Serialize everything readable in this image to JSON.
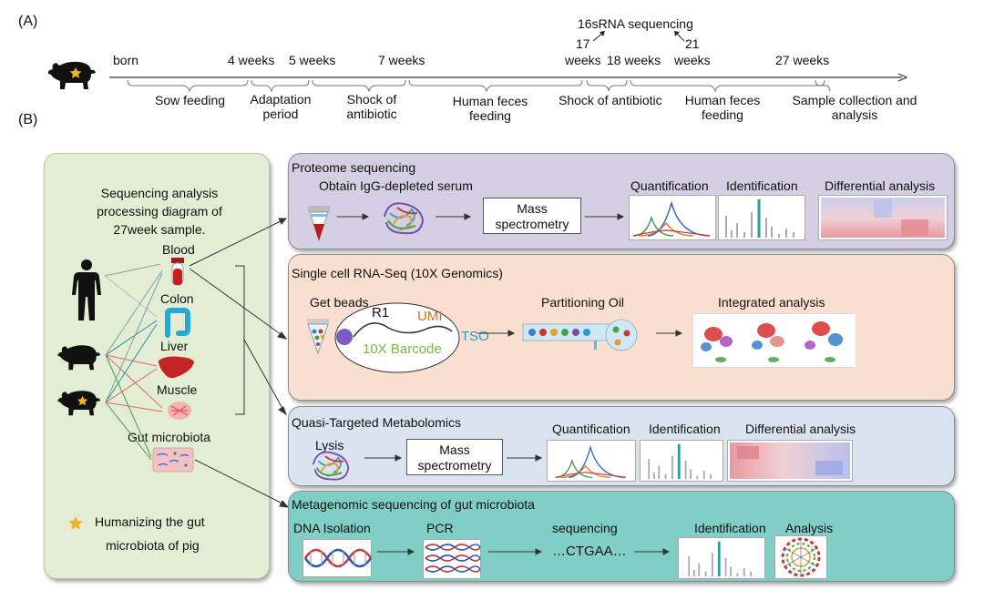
{
  "partA": {
    "label": "(A)",
    "timepoints": [
      {
        "id": "born",
        "text": "born"
      },
      {
        "id": "w4",
        "text": "4 weeks"
      },
      {
        "id": "w5",
        "text": "5 weeks"
      },
      {
        "id": "w7",
        "text": "7 weeks"
      },
      {
        "id": "w17",
        "text": "17"
      },
      {
        "id": "w17b",
        "text": "weeks"
      },
      {
        "id": "w18",
        "text": "18 weeks"
      },
      {
        "id": "w21",
        "text": "21"
      },
      {
        "id": "w21b",
        "text": "weeks"
      },
      {
        "id": "w27",
        "text": "27 weeks"
      }
    ],
    "sequencing_note": "16sRNA sequencing",
    "phases": [
      {
        "id": "sow",
        "line1": "Sow feeding",
        "line2": ""
      },
      {
        "id": "adapt",
        "line1": "Adaptation",
        "line2": "period"
      },
      {
        "id": "shock1",
        "line1": "Shock of",
        "line2": "antibiotic"
      },
      {
        "id": "hff1",
        "line1": "Human feces",
        "line2": "feeding"
      },
      {
        "id": "shock2",
        "line1": "Shock of antibiotic",
        "line2": ""
      },
      {
        "id": "hff2",
        "line1": "Human feces",
        "line2": "feeding"
      },
      {
        "id": "sca",
        "line1": "Sample collection and",
        "line2": "analysis"
      }
    ]
  },
  "partB": {
    "label": "(B)",
    "left_panel": {
      "title": [
        "Sequencing analysis",
        "processing diagram of",
        "27week sample."
      ],
      "samples": [
        "Blood",
        "Colon",
        "Liver",
        "Muscle",
        "Gut microbiota"
      ],
      "legend": [
        "Humanizing the gut",
        "microbiota of pig"
      ]
    },
    "proteome": {
      "title": "Proteome sequencing",
      "subtitle": "Obtain IgG-depleted serum",
      "mass_box": [
        "Mass",
        "spectrometry"
      ],
      "labels": [
        "Quantification",
        "Identification",
        "Differential analysis"
      ]
    },
    "scrna": {
      "title": "Single cell RNA-Seq (10X Genomics)",
      "get_beads": "Get beads",
      "r1": "R1",
      "umi": "UMI",
      "tso": "TSO",
      "barcode": "10X Barcode",
      "partitioning": "Partitioning Oil",
      "integrated": "Integrated analysis"
    },
    "metabolomics": {
      "title": "Quasi-Targeted Metabolomics",
      "lysis": "Lysis",
      "mass_box": [
        "Mass",
        "spectrometry"
      ],
      "labels": [
        "Quantification",
        "Identification",
        "Differential analysis"
      ]
    },
    "metagenomic": {
      "title": "Metagenomic sequencing of gut microbiota",
      "steps": [
        "DNA Isolation",
        "PCR",
        "sequencing",
        "Identification",
        "Analysis"
      ],
      "seq_text": "…CTGAA…"
    }
  },
  "colors": {
    "left_panel": "#e2edd4",
    "proteome": "#d4cfe3",
    "scrna": "#f9dfcf",
    "metabolomics": "#dae4f1",
    "metagenomic": "#7fcfc6",
    "star": "#f4b223"
  }
}
